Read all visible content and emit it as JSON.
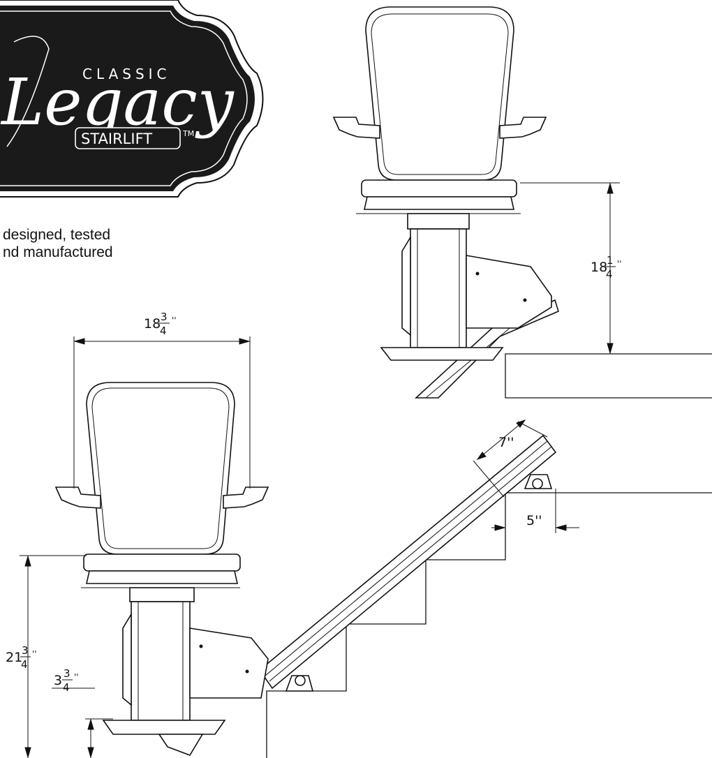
{
  "logo": {
    "classic": "CLASSIC",
    "script": "Legacy",
    "stairlift": "STAIRLIFT",
    "tm": "TM"
  },
  "tagline": {
    "line1": "designed, tested",
    "line2": "nd manufactured"
  },
  "dimensions": {
    "seat_width": {
      "whole": "18",
      "num": "3",
      "den": "4",
      "unit": "''"
    },
    "seat_height": {
      "whole": "18",
      "num": "1",
      "den": "4",
      "unit": "''"
    },
    "total_height": {
      "whole": "21",
      "num": "3",
      "den": "4",
      "unit": "''"
    },
    "footrest_height": {
      "whole": "3",
      "num": "3",
      "den": "4",
      "unit": "''"
    },
    "rail_width": "7''",
    "rail_offset": "5''"
  },
  "colors": {
    "logo_plate": "#1a1a1a",
    "line": "#111111",
    "background": "#ffffff"
  }
}
